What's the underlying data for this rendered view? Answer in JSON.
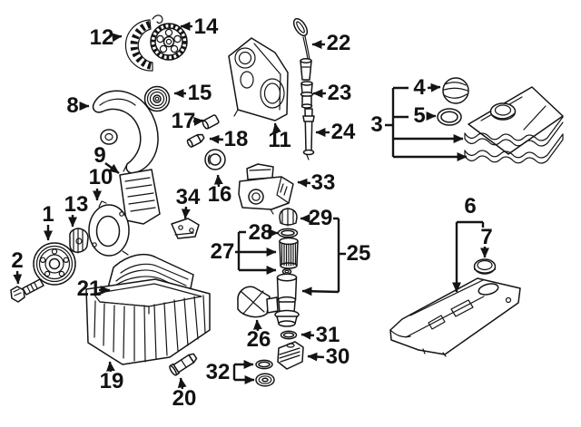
{
  "diagram": {
    "type": "exploded-parts-diagram",
    "colors": {
      "background": "#ffffff",
      "line": "#141414"
    },
    "callouts": {
      "c1": "1",
      "c2": "2",
      "c3": "3",
      "c4": "4",
      "c5": "5",
      "c6": "6",
      "c7": "7",
      "c8": "8",
      "c9": "9",
      "c10": "10",
      "c11": "11",
      "c12": "12",
      "c13": "13",
      "c14": "14",
      "c15": "15",
      "c16": "16",
      "c17": "17",
      "c18": "18",
      "c19": "19",
      "c20": "20",
      "c21": "21",
      "c22": "22",
      "c23": "23",
      "c24": "24",
      "c25": "25",
      "c26": "26",
      "c27": "27",
      "c28": "28",
      "c29": "29",
      "c30": "30",
      "c31": "31",
      "c32": "32",
      "c33": "33",
      "c34": "34"
    }
  }
}
